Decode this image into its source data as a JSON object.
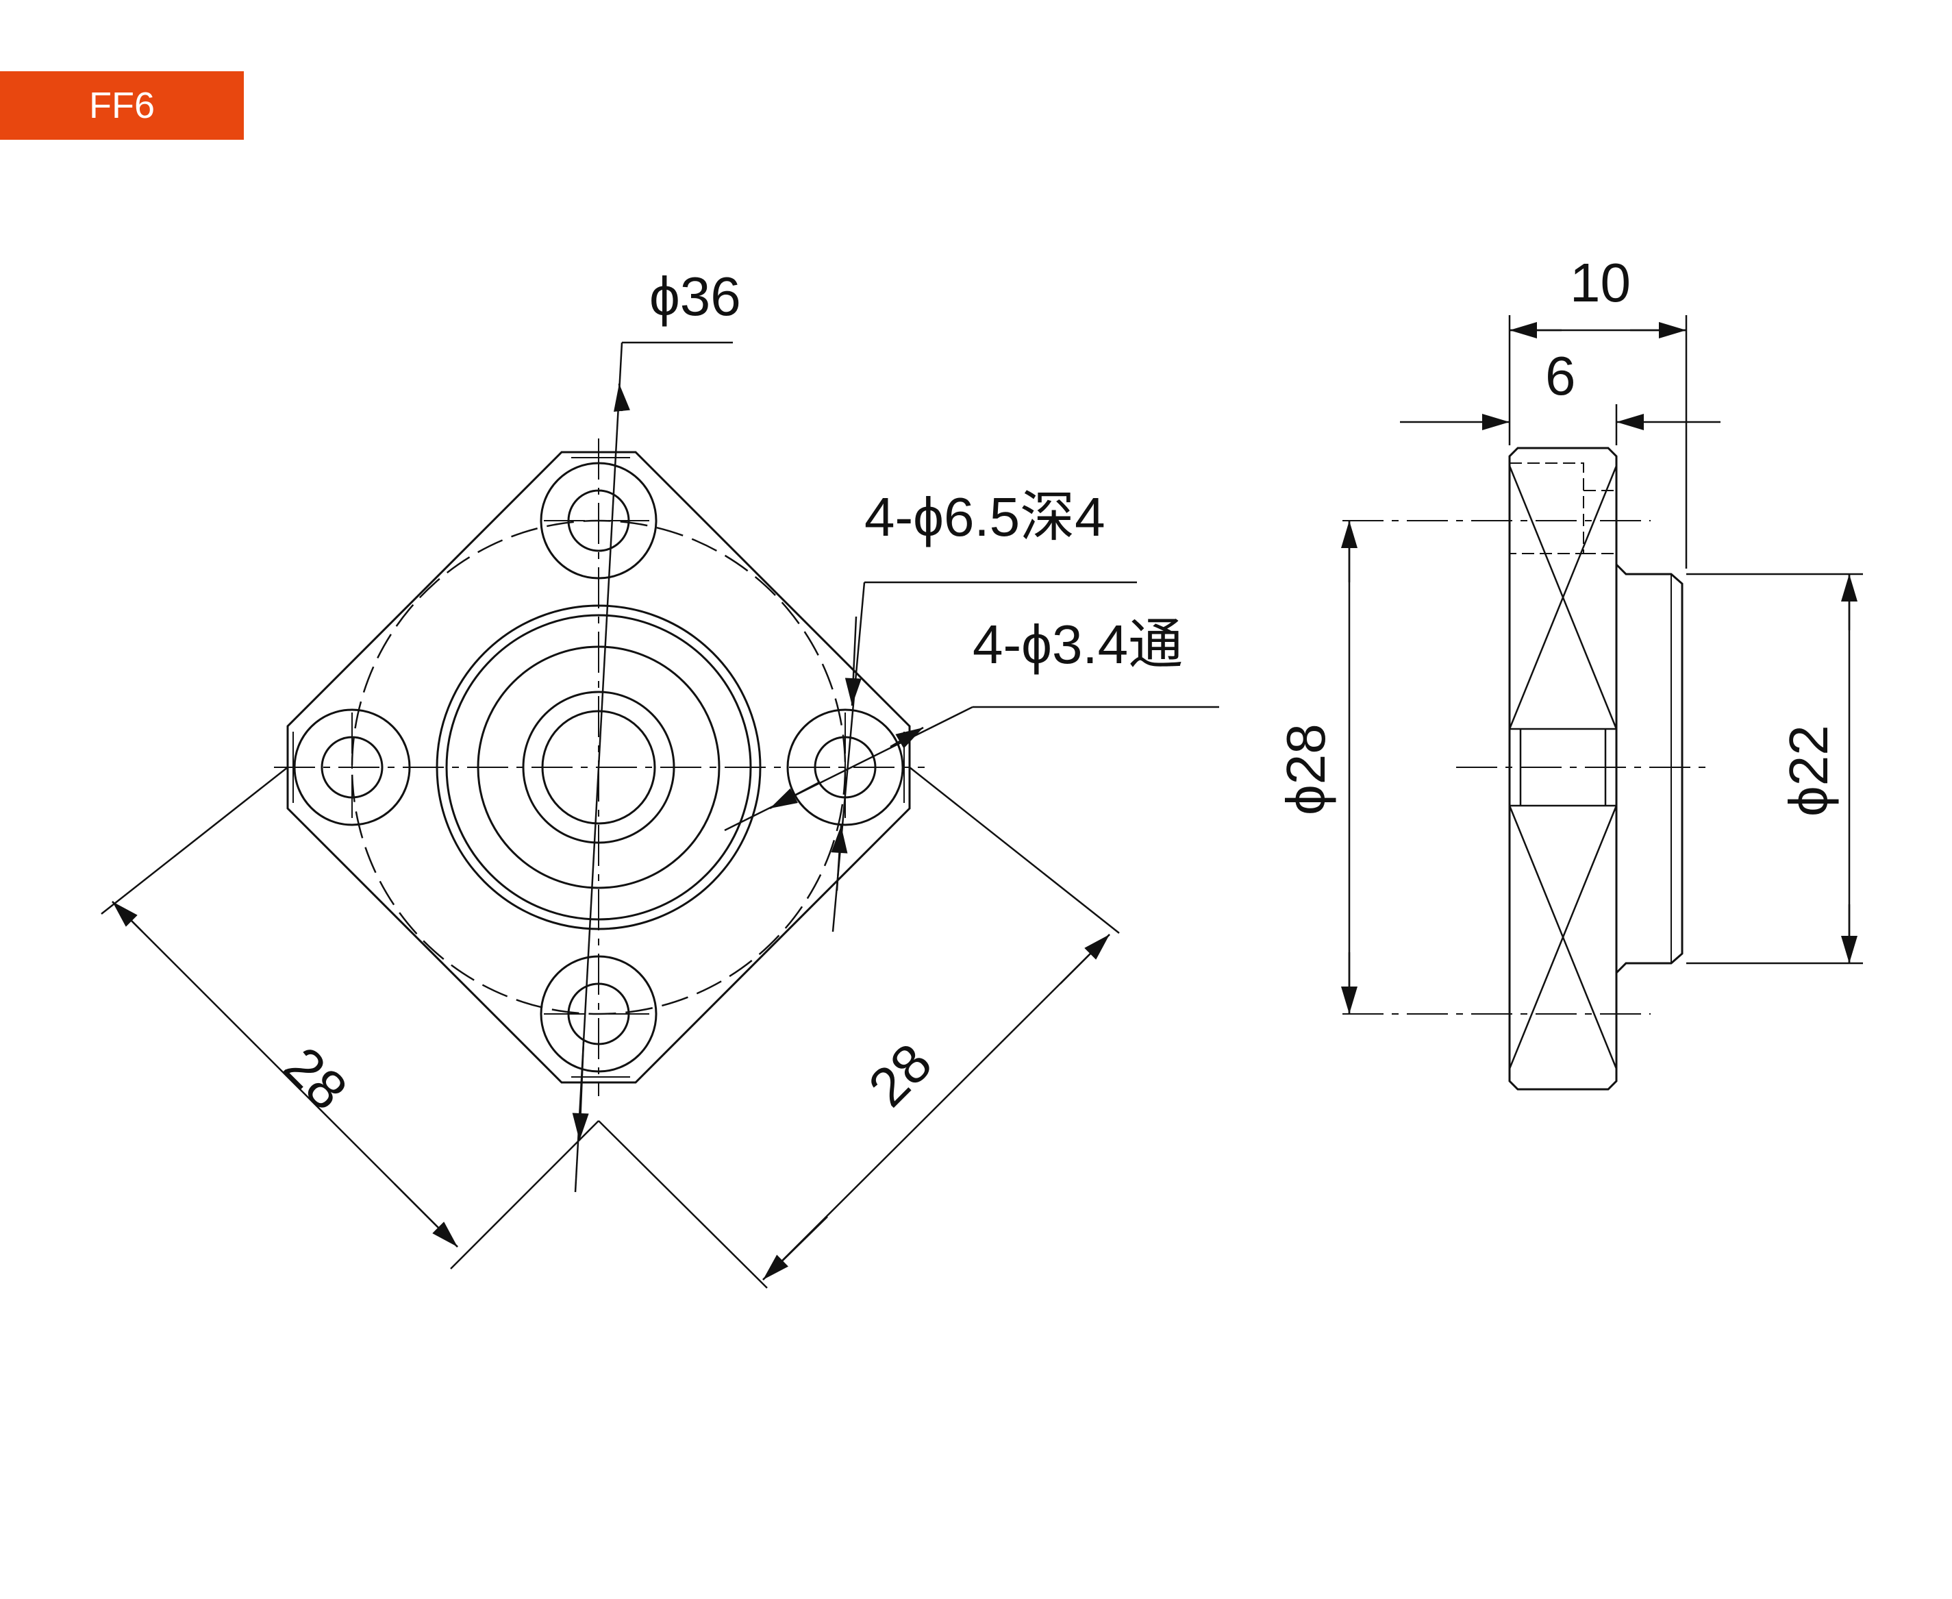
{
  "badge": {
    "label": "FF6",
    "color": "#e8470f"
  },
  "front_view": {
    "pcd_label": "ϕ36",
    "counterbore_label": "4-ϕ6.5深4",
    "through_hole_label": "4-ϕ3.4通",
    "width_label_left": "28",
    "width_label_right": "28"
  },
  "side_view": {
    "total_length_label": "10",
    "flange_thickness_label": "6",
    "flange_diameter_label": "ϕ28",
    "spigot_diameter_label": "ϕ22"
  }
}
